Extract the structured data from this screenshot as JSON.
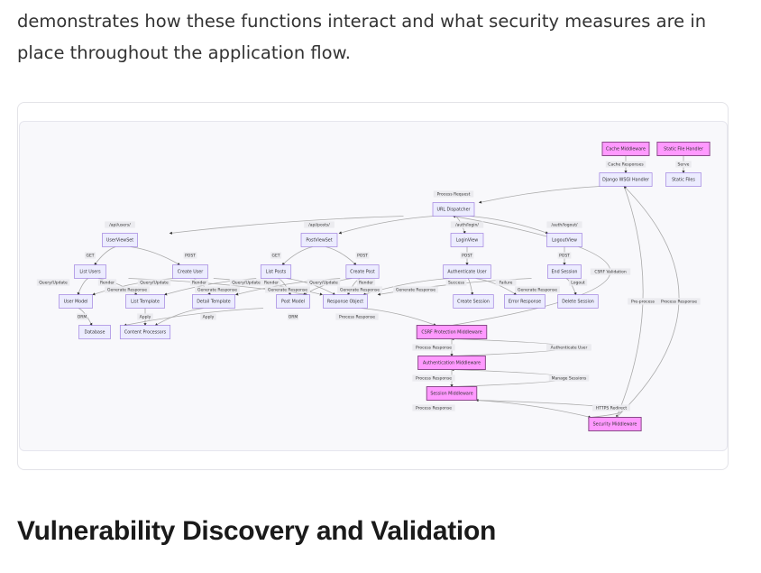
{
  "intro_text": "demonstrates how these functions interact and what security measures are in place throughout the application flow.",
  "heading": "Vulnerability Discovery and Validation",
  "colors": {
    "node_fill": "#ECECFF",
    "node_stroke": "#9370DB",
    "middleware_fill": "#FF99FF",
    "middleware_stroke": "#8B4A8B",
    "edge": "#AAAAAA"
  },
  "diagram": {
    "nodes": [
      {
        "id": "cache",
        "label": "Cache Middleware",
        "type": "middleware"
      },
      {
        "id": "static",
        "label": "Static File Handler",
        "type": "middleware"
      },
      {
        "id": "wsgi",
        "label": "Django WSGI Handler",
        "type": "node"
      },
      {
        "id": "files",
        "label": "Static Files",
        "type": "node"
      },
      {
        "id": "url",
        "label": "URL Dispatcher",
        "type": "node"
      },
      {
        "id": "uvs",
        "label": "UserViewSet",
        "type": "node"
      },
      {
        "id": "pvs",
        "label": "PostViewSet",
        "type": "node"
      },
      {
        "id": "login",
        "label": "LoginView",
        "type": "node"
      },
      {
        "id": "logout",
        "label": "LogoutView",
        "type": "node"
      },
      {
        "id": "lu",
        "label": "List Users",
        "type": "node"
      },
      {
        "id": "cu",
        "label": "Create User",
        "type": "node"
      },
      {
        "id": "lp",
        "label": "List Posts",
        "type": "node"
      },
      {
        "id": "cp",
        "label": "Create Post",
        "type": "node"
      },
      {
        "id": "auth",
        "label": "Authenticate User",
        "type": "node"
      },
      {
        "id": "end",
        "label": "End Session",
        "type": "node"
      },
      {
        "id": "um",
        "label": "User Model",
        "type": "node"
      },
      {
        "id": "lt",
        "label": "List Template",
        "type": "node"
      },
      {
        "id": "dt",
        "label": "Detail Template",
        "type": "node"
      },
      {
        "id": "pm",
        "label": "Post Model",
        "type": "node"
      },
      {
        "id": "ro",
        "label": "Response Object",
        "type": "node"
      },
      {
        "id": "cs",
        "label": "Create Session",
        "type": "node"
      },
      {
        "id": "er",
        "label": "Error Response",
        "type": "node"
      },
      {
        "id": "ds",
        "label": "Delete Session",
        "type": "node"
      },
      {
        "id": "db",
        "label": "Database",
        "type": "node"
      },
      {
        "id": "cpr",
        "label": "Content Processors",
        "type": "node"
      },
      {
        "id": "csrf",
        "label": "CSRF Protection Middleware",
        "type": "middleware"
      },
      {
        "id": "authm",
        "label": "Authentication Middleware",
        "type": "middleware"
      },
      {
        "id": "sess",
        "label": "Session Middleware",
        "type": "middleware"
      },
      {
        "id": "sec",
        "label": "Security Middleware",
        "type": "middleware"
      }
    ],
    "edges": [
      {
        "from": "cache",
        "to": "wsgi",
        "label": "Cache Responses"
      },
      {
        "from": "static",
        "to": "files",
        "label": "Serve"
      },
      {
        "from": "wsgi",
        "to": "url",
        "label": "Process Request"
      },
      {
        "from": "url",
        "to": "uvs",
        "label": "/api/users/"
      },
      {
        "from": "url",
        "to": "pvs",
        "label": "/api/posts/"
      },
      {
        "from": "url",
        "to": "login",
        "label": "/auth/login/"
      },
      {
        "from": "url",
        "to": "logout",
        "label": "/auth/logout/"
      },
      {
        "from": "uvs",
        "to": "lu",
        "label": "GET"
      },
      {
        "from": "uvs",
        "to": "cu",
        "label": "POST"
      },
      {
        "from": "pvs",
        "to": "lp",
        "label": "GET"
      },
      {
        "from": "pvs",
        "to": "cp",
        "label": "POST"
      },
      {
        "from": "login",
        "to": "auth",
        "label": "POST"
      },
      {
        "from": "logout",
        "to": "end",
        "label": "POST"
      },
      {
        "from": "lu",
        "to": "um",
        "label": "Query/Update"
      },
      {
        "from": "lu",
        "to": "lt",
        "label": "Render"
      },
      {
        "from": "lu",
        "to": "ro",
        "label": "Generate Response"
      },
      {
        "from": "cu",
        "to": "um",
        "label": "Query/Update"
      },
      {
        "from": "cu",
        "to": "dt",
        "label": "Render"
      },
      {
        "from": "cu",
        "to": "ro",
        "label": "Generate Response"
      },
      {
        "from": "lp",
        "to": "pm",
        "label": "Query/Update"
      },
      {
        "from": "lp",
        "to": "lt",
        "label": "Render"
      },
      {
        "from": "lp",
        "to": "ro",
        "label": "Generate Response"
      },
      {
        "from": "cp",
        "to": "pm",
        "label": "Query/Update"
      },
      {
        "from": "cp",
        "to": "dt",
        "label": "Render"
      },
      {
        "from": "cp",
        "to": "ro",
        "label": "Generate Response"
      },
      {
        "from": "auth",
        "to": "ro",
        "label": "Generate Response"
      },
      {
        "from": "auth",
        "to": "cs",
        "label": "Success"
      },
      {
        "from": "auth",
        "to": "er",
        "label": "Failure"
      },
      {
        "from": "end",
        "to": "ro",
        "label": "Generate Response"
      },
      {
        "from": "end",
        "to": "ds",
        "label": "Logout"
      },
      {
        "from": "um",
        "to": "db",
        "label": "ORM"
      },
      {
        "from": "pm",
        "to": "db",
        "label": "ORM"
      },
      {
        "from": "lt",
        "to": "cpr",
        "label": "Apply"
      },
      {
        "from": "dt",
        "to": "cpr",
        "label": "Apply"
      },
      {
        "from": "ro",
        "to": "csrf",
        "label": "Process Response"
      },
      {
        "from": "csrf",
        "to": "authm",
        "label": "Process Response"
      },
      {
        "from": "authm",
        "to": "sess",
        "label": "Process Response"
      },
      {
        "from": "sess",
        "to": "sec",
        "label": "Process Response"
      },
      {
        "from": "csrf",
        "to": "url",
        "label": "CSRF Validation"
      },
      {
        "from": "authm",
        "to": "csrf",
        "label": "Authenticate User"
      },
      {
        "from": "sess",
        "to": "authm",
        "label": "Manage Sessions"
      },
      {
        "from": "sec",
        "to": "sess",
        "label": "HTTPS Redirect"
      },
      {
        "from": "wsgi",
        "to": "sec",
        "label": "Pre-process"
      },
      {
        "from": "sec",
        "to": "wsgi",
        "label": "Process Response"
      }
    ]
  }
}
